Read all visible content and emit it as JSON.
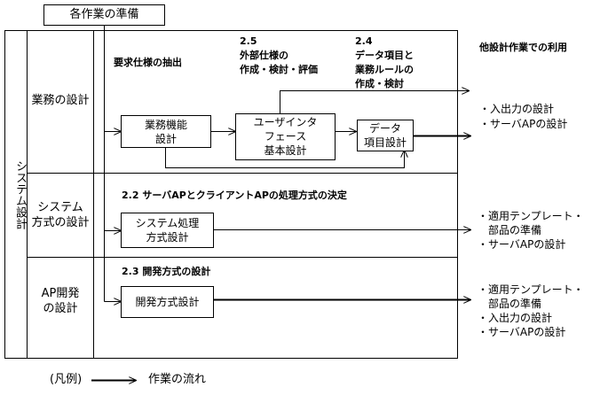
{
  "header": {
    "prep_label": "各作業の準備"
  },
  "left": {
    "system_design": "システム設計",
    "rows": [
      {
        "label_line1": "業務の設計",
        "label_line2": ""
      },
      {
        "label_line1": "システム",
        "label_line2": "方式の設計"
      },
      {
        "label_line1": "AP開発",
        "label_line2": "の設計"
      }
    ]
  },
  "section1": {
    "heading": "要求仕様の抽出",
    "step25": {
      "number": "2.5",
      "line1": "外部仕様の",
      "line2": "作成・検討・評価"
    },
    "step24": {
      "number": "2.4",
      "line1": "データ項目と",
      "line2": "業務ルールの",
      "line3": "作成・検討"
    },
    "box_business": {
      "line1": "業務機能",
      "line2": "設計"
    },
    "box_ui": {
      "line1": "ユーザインタ",
      "line2": "フェース",
      "line3": "基本設計"
    },
    "box_data": {
      "line1": "データ",
      "line2": "項目設計"
    }
  },
  "section2": {
    "heading": "2.2 サーバAPとクライアントAPの処理方式の決定",
    "box": {
      "line1": "システム処理",
      "line2": "方式設計"
    }
  },
  "section3": {
    "heading": "2.3 開発方式の設計",
    "box": {
      "line1": "開発方式設計"
    }
  },
  "right": {
    "heading": "他設計作業での利用",
    "group1": [
      "・入出力の設計",
      "・サーバAPの設計"
    ],
    "group2": [
      "・適用テンプレート・",
      "　部品の準備",
      "・サーバAPの設計"
    ],
    "group3": [
      "・適用テンプレート・",
      "　部品の準備",
      "・入出力の設計",
      "・サーバAPの設計"
    ]
  },
  "legend": {
    "label": "(凡例)",
    "flow": "作業の流れ"
  }
}
